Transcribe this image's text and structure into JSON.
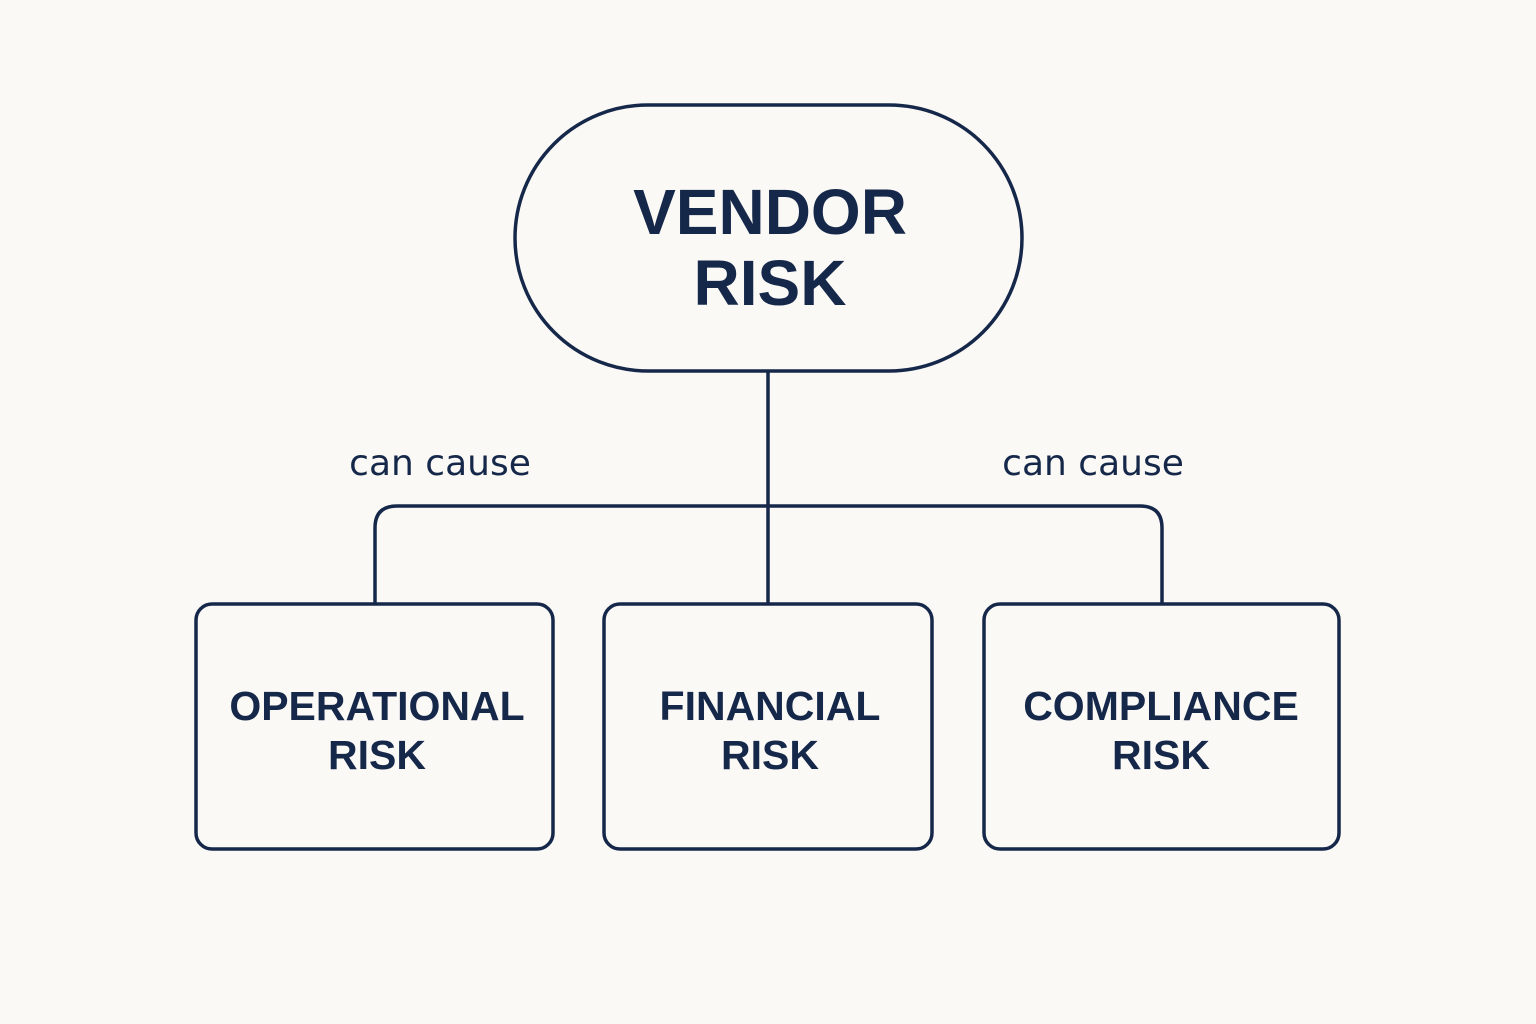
{
  "diagram": {
    "colors": {
      "ink": "#16284a",
      "background": "#faf9f6"
    },
    "root": {
      "line1": "VENDOR",
      "line2": "RISK"
    },
    "edge_labels": {
      "left": "can cause",
      "right": "can cause"
    },
    "children": [
      {
        "line1": "OPERATIONAL",
        "line2": "RISK"
      },
      {
        "line1": "FINANCIAL",
        "line2": "RISK"
      },
      {
        "line1": "COMPLIANCE",
        "line2": "RISK"
      }
    ]
  }
}
